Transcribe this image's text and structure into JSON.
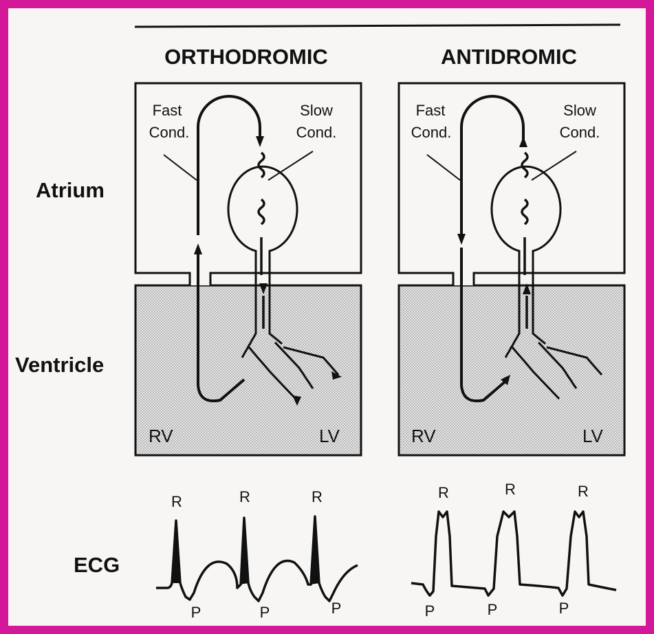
{
  "colors": {
    "border": "#d4189a",
    "background": "#f7f6f4",
    "ink": "#111111",
    "ventricle_fill": "#d3d3d3"
  },
  "rows": {
    "atrium": "Atrium",
    "ventricle": "Ventricle",
    "ecg": "ECG"
  },
  "panels": [
    {
      "title": "ORTHODROMIC",
      "fast_1": "Fast",
      "fast_2": "Cond.",
      "slow_1": "Slow",
      "slow_2": "Cond.",
      "rv": "RV",
      "lv": "LV"
    },
    {
      "title": "ANTIDROMIC",
      "fast_1": "Fast",
      "fast_2": "Cond.",
      "slow_1": "Slow",
      "slow_2": "Cond.",
      "rv": "RV",
      "lv": "LV"
    }
  ],
  "ecg": {
    "orthodromic": {
      "r_labels": [
        "R",
        "R",
        "R"
      ],
      "p_labels": [
        "P",
        "P",
        "P"
      ]
    },
    "antidromic": {
      "r_labels": [
        "R",
        "R",
        "R"
      ],
      "p_labels": [
        "P",
        "P",
        "P"
      ]
    }
  }
}
